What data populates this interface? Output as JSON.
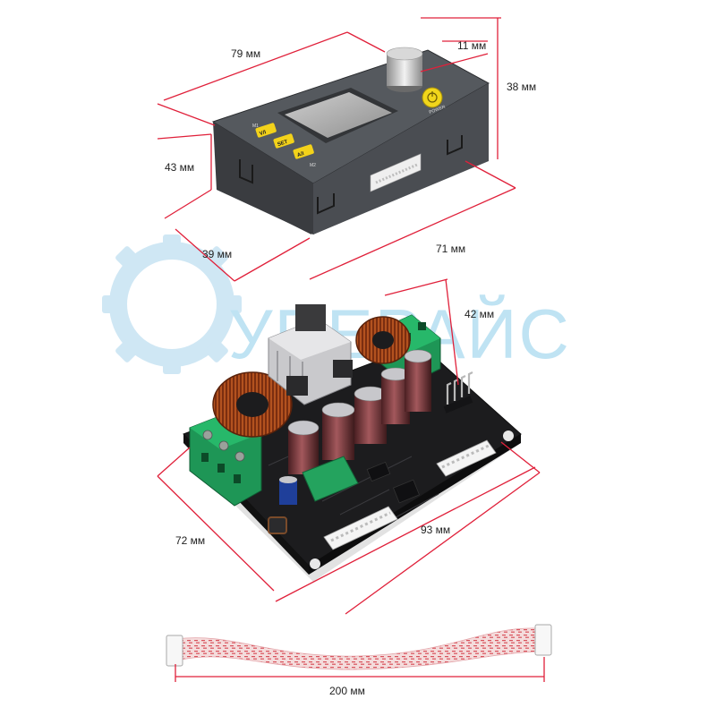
{
  "watermark": {
    "text": "УПЕРАЙС",
    "color": "#bfe3f3"
  },
  "colors": {
    "dimension_line": "#e0203a",
    "pcb": "#1c1c1e",
    "terminal": "#1f9a5a",
    "button": "#f3d21a"
  },
  "module": {
    "buttons": {
      "vi": "V/I",
      "set": "SET",
      "ai": "A/I"
    },
    "labels": {
      "m1": "M1",
      "m2": "M2",
      "power": "POWER"
    }
  },
  "dimensions": {
    "d79": "79 мм",
    "d11": "11 мм",
    "d38": "38 мм",
    "d43": "43 мм",
    "d39": "39 мм",
    "d71": "71 мм",
    "d42": "42 мм",
    "d72": "72 мм",
    "d93": "93 мм",
    "d200": "200 мм"
  }
}
